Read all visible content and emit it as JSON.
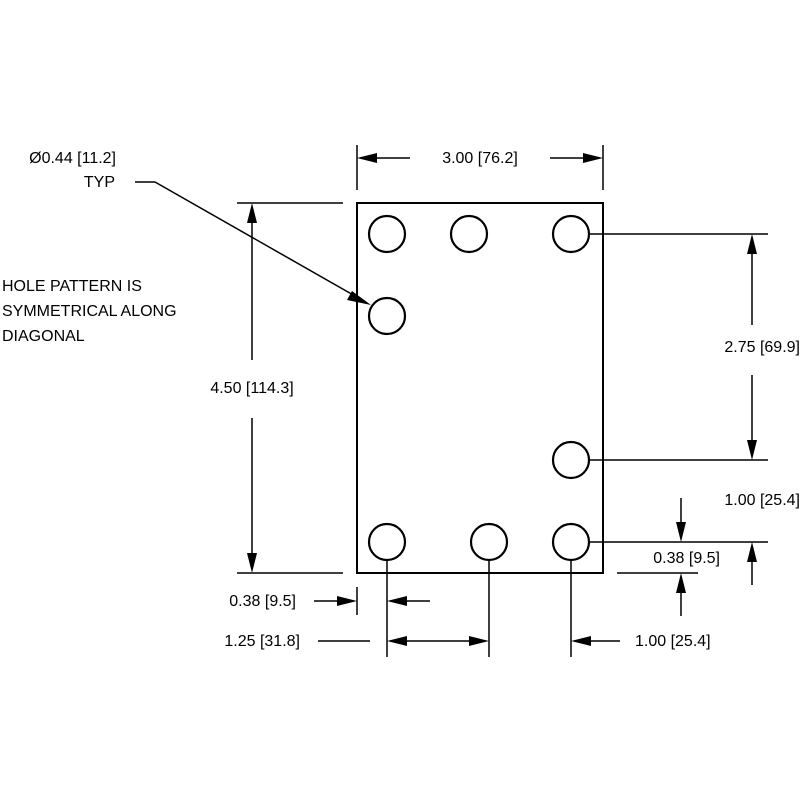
{
  "colors": {
    "line": "#000000",
    "background": "#ffffff"
  },
  "callouts": {
    "hole_diameter": "Ø0.44 [11.2]",
    "hole_typ": "TYP",
    "note_line1": "HOLE PATTERN IS",
    "note_line2": "SYMMETRICAL ALONG",
    "note_line3": "DIAGONAL"
  },
  "dimensions": {
    "overall_width": "3.00 [76.2]",
    "overall_height": "4.50 [114.3]",
    "right_hole_spacing": "2.75 [69.9]",
    "right_edge_offset": "1.00 [25.4]",
    "bottom_edge_offset_right": "0.38 [9.5]",
    "left_edge_offset": "0.38 [9.5]",
    "bottom_hole_spacing": "1.25 [31.8]",
    "bottom_right_offset": "1.00 [25.4]"
  }
}
